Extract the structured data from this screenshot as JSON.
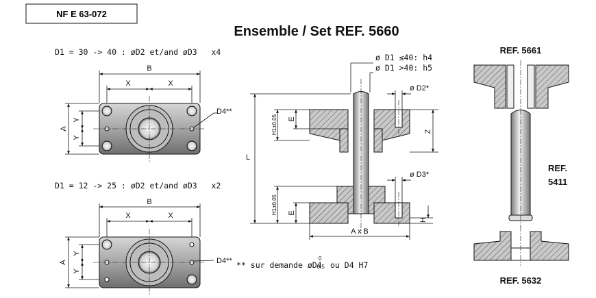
{
  "standard": "NF E 63-072",
  "title": "Ensemble / Set REF. 5660",
  "top_view_1": {
    "spec": "D1 = 30 -> 40 : øD2 et/and øD3   x4",
    "labels": {
      "b": "B",
      "x_left": "X",
      "x_right": "X",
      "a": "A",
      "y_top": "Y",
      "y_bottom": "Y",
      "d4": "D4**"
    }
  },
  "top_view_2": {
    "spec": "D1 = 12 -> 25 : øD2 et/and øD3   x2",
    "labels": {
      "b": "B",
      "x_left": "X",
      "x_right": "X",
      "a": "A",
      "y_top": "Y",
      "y_bottom": "Y",
      "d4": "D4**"
    }
  },
  "footnote": {
    "prefix": "** sur demande øD4",
    "superscript": "0",
    "subscript": "-0,5",
    "suffix": "ou D4 H7"
  },
  "section": {
    "tolerance_1": "ø D1 ≤40: h4",
    "tolerance_2": "ø D1 >40: h5",
    "d2": "ø D2*",
    "d3": "ø D3*",
    "l": "L",
    "h1_top": "H1±0,05",
    "h1_bottom": "H1±0,05",
    "e_top": "E",
    "e_bottom": "E",
    "z": "Z",
    "h": "H",
    "axb": "A x B"
  },
  "refs": {
    "top": "REF. 5661",
    "pin_line1": "REF.",
    "pin_line2": "5411",
    "bottom": "REF. 5632"
  }
}
